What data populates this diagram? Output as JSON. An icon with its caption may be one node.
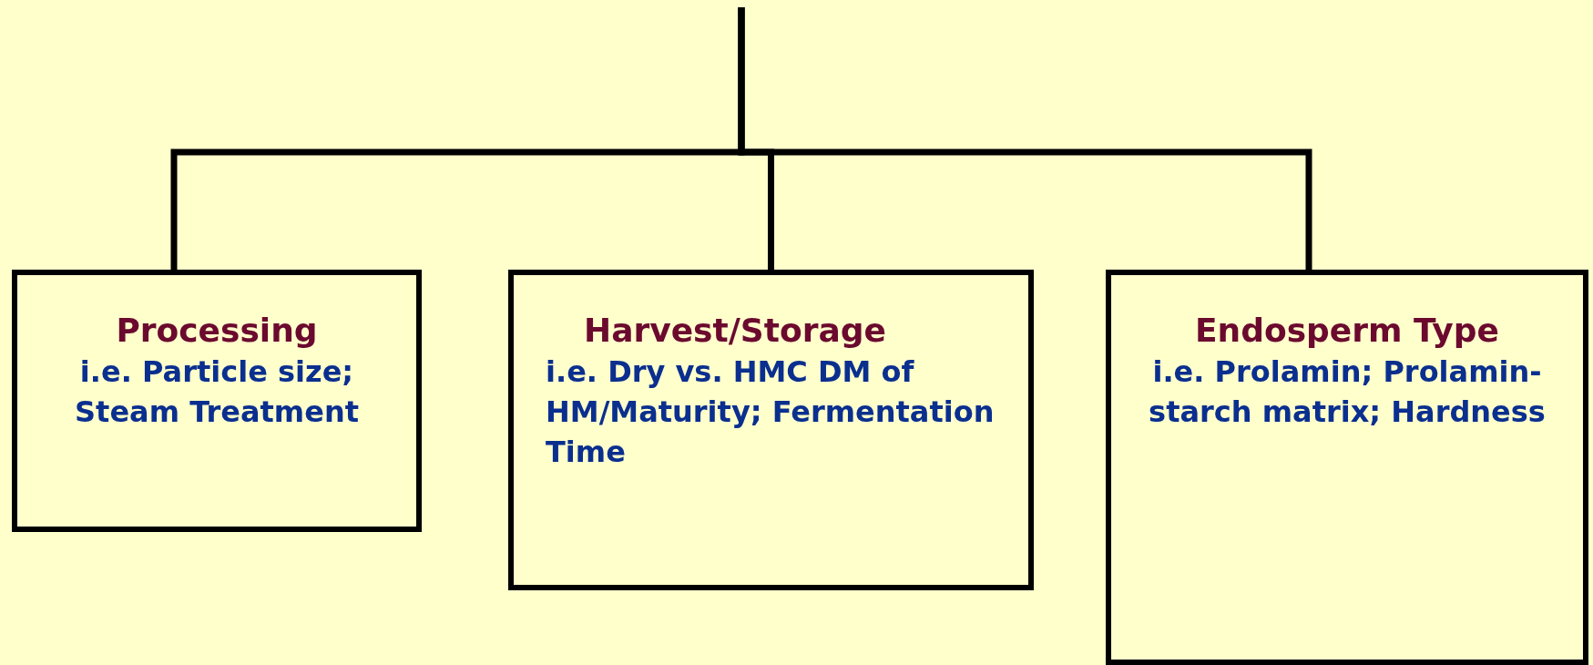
{
  "diagram": {
    "nodes": [
      {
        "text": [
          "Processing",
          "i.e. Particle size; Steam Treatment"
        ]
      },
      {
        "text": [
          "Harvest/Storage",
          "i.e. Dry vs. HMC DM of HM/Maturity; Fermentation Time"
        ]
      },
      {
        "text": [
          "Endosperm Type",
          "i.e. Prolamin; Prolamin-starch matrix; Hardness"
        ]
      }
    ],
    "edges": [
      {
        "from": null,
        "to": 0,
        "arrow": "none"
      },
      {
        "from": null,
        "to": 1,
        "arrow": "none"
      },
      {
        "from": null,
        "to": 2,
        "arrow": "none"
      }
    ]
  }
}
